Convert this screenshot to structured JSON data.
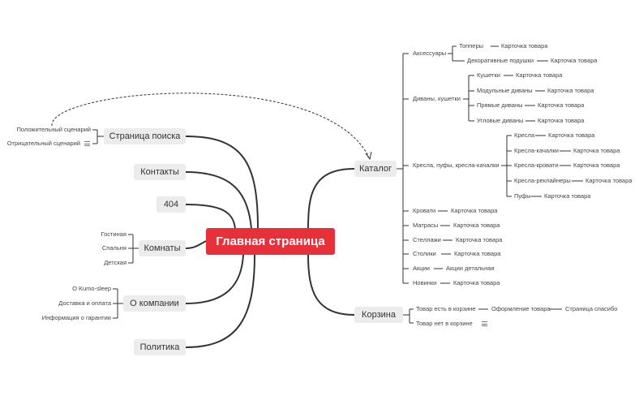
{
  "central": "Главная страница",
  "left": {
    "search": {
      "label": "Страница поиска",
      "children": [
        "Положительный сценарий",
        "Отрицательный сценарий"
      ]
    },
    "contacts": "Контакты",
    "e404": "404",
    "rooms": {
      "label": "Комнаты",
      "children": [
        "Гостиная",
        "Спальня",
        "Детская"
      ]
    },
    "company": {
      "label": "О компании",
      "children": [
        "О Kumo-sleep",
        "Доставка и оплата",
        "Информация о гарантии"
      ]
    },
    "policy": "Политика"
  },
  "catalog": {
    "label": "Каталог",
    "card": "Карточка товара",
    "accessories": {
      "label": "Аксессуары",
      "items": [
        "Топперы",
        "Декоративные подушки"
      ]
    },
    "sofas": {
      "label": "Диваны, кушетки",
      "items": [
        "Кушетки",
        "Модульные диваны",
        "Прямые диваны",
        "Угловые диваны"
      ]
    },
    "chairs": {
      "label": "Кресла, пуфы, кресла-качалки",
      "items": [
        "Кресла",
        "Кресла-качалки",
        "Кресла-кровати",
        "Кресла-реклайнеры",
        "Пуфы"
      ]
    },
    "simple": [
      "Кровати",
      "Матрасы",
      "Стеллажи",
      "Столики"
    ],
    "promo": {
      "label": "Акции",
      "child": "Акции детальная"
    },
    "news": "Новинки"
  },
  "cart": {
    "label": "Корзина",
    "in_cart": "Товар есть в корзине",
    "checkout": "Оформление товара",
    "thanks": "Страница спасибо",
    "empty": "Товар нет в корзине"
  }
}
